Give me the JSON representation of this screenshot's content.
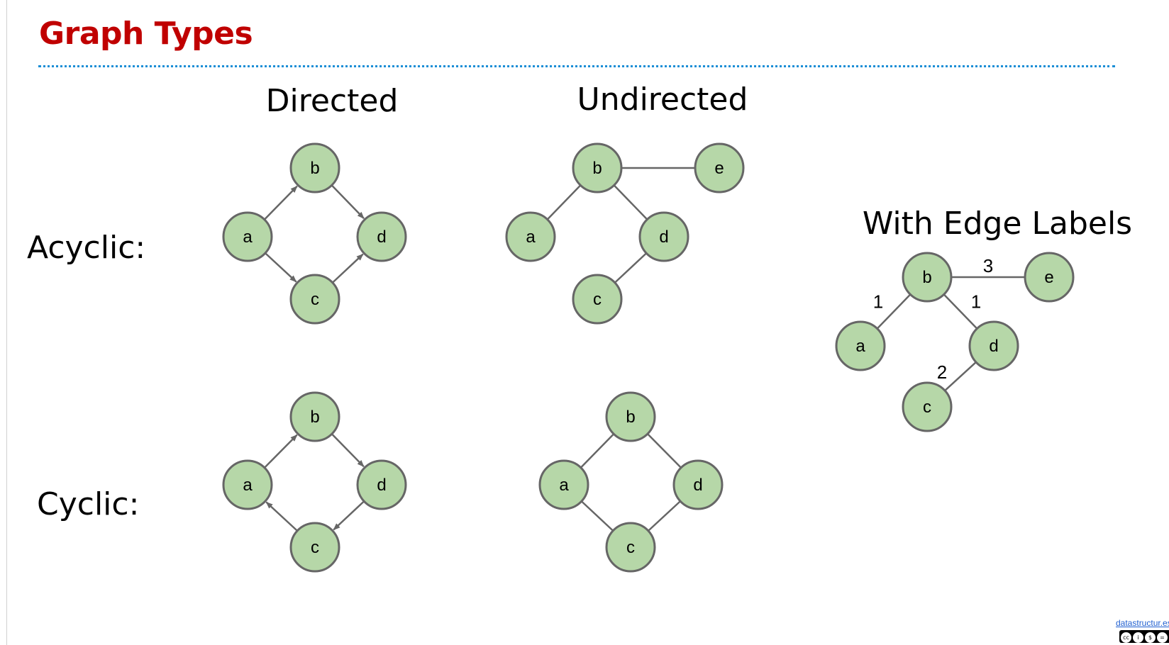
{
  "title": "Graph Types",
  "column_headers": {
    "directed": "Directed",
    "undirected": "Undirected"
  },
  "row_labels": {
    "acyclic": "Acyclic:",
    "cyclic": "Cyclic:"
  },
  "edge_labels_panel": {
    "heading": "With Edge Labels"
  },
  "graphs": {
    "directed_acyclic": {
      "nodes": [
        "a",
        "b",
        "c",
        "d"
      ],
      "edges": [
        {
          "from": "a",
          "to": "b"
        },
        {
          "from": "b",
          "to": "d"
        },
        {
          "from": "a",
          "to": "c"
        },
        {
          "from": "c",
          "to": "d"
        }
      ],
      "directed": true
    },
    "undirected_acyclic": {
      "nodes": [
        "a",
        "b",
        "c",
        "d",
        "e"
      ],
      "edges": [
        {
          "from": "b",
          "to": "e"
        },
        {
          "from": "a",
          "to": "b"
        },
        {
          "from": "b",
          "to": "d"
        },
        {
          "from": "c",
          "to": "d"
        }
      ],
      "directed": false
    },
    "directed_cyclic": {
      "nodes": [
        "a",
        "b",
        "c",
        "d"
      ],
      "edges": [
        {
          "from": "a",
          "to": "b"
        },
        {
          "from": "b",
          "to": "d"
        },
        {
          "from": "d",
          "to": "c"
        },
        {
          "from": "c",
          "to": "a"
        }
      ],
      "directed": true
    },
    "undirected_cyclic": {
      "nodes": [
        "a",
        "b",
        "c",
        "d"
      ],
      "edges": [
        {
          "from": "a",
          "to": "b"
        },
        {
          "from": "b",
          "to": "d"
        },
        {
          "from": "a",
          "to": "c"
        },
        {
          "from": "c",
          "to": "d"
        }
      ],
      "directed": false
    },
    "edge_labeled": {
      "nodes": [
        "a",
        "b",
        "c",
        "d",
        "e"
      ],
      "edges": [
        {
          "from": "b",
          "to": "e",
          "label": "3"
        },
        {
          "from": "a",
          "to": "b",
          "label": "1"
        },
        {
          "from": "b",
          "to": "d",
          "label": "1"
        },
        {
          "from": "c",
          "to": "d",
          "label": "2"
        }
      ],
      "directed": false
    }
  },
  "colors": {
    "title": "#c00000",
    "divider": "#1a8ed6",
    "node_fill": "#b6d7a8",
    "node_stroke": "#666666",
    "edge": "#666666"
  },
  "footer": {
    "link_text": "datastructur.es",
    "license_icons": "cc-by-nc-sa-icons"
  }
}
